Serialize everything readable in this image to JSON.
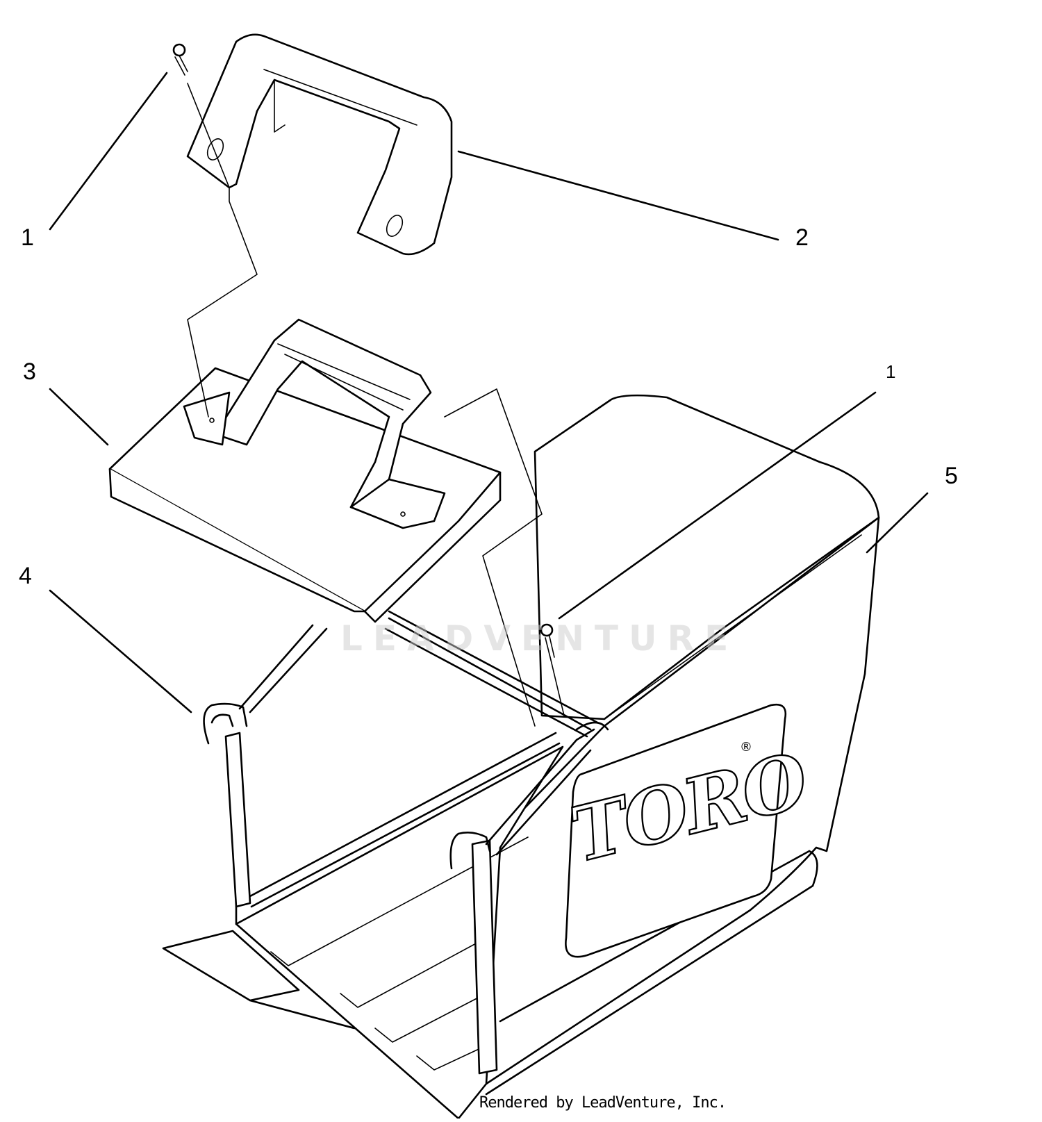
{
  "callouts": [
    {
      "id": "c1a",
      "label": "1"
    },
    {
      "id": "c2",
      "label": "2"
    },
    {
      "id": "c3",
      "label": "3"
    },
    {
      "id": "c1b",
      "label": "1"
    },
    {
      "id": "c5",
      "label": "5"
    },
    {
      "id": "c4",
      "label": "4"
    }
  ],
  "brand": {
    "logo_text": "TORO",
    "registered_mark": "®"
  },
  "watermark": "LEADVENTURE",
  "footer": "Rendered by LeadVenture, Inc."
}
